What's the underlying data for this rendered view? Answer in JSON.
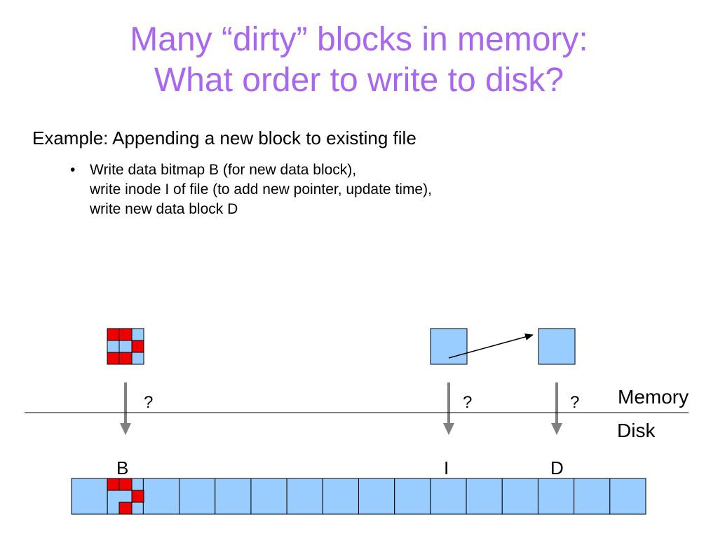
{
  "title": {
    "line1": "Many “dirty” blocks in memory:",
    "line2": "What order to write to disk?"
  },
  "example": {
    "heading": "Example: Appending a new block to existing file",
    "bullet_glyph": "•",
    "bullet_lines": [
      "Write data bitmap B (for new data block),",
      "write inode I of file (to add new pointer, update time),",
      "write new data block D"
    ]
  },
  "diagram": {
    "memory_label": "Memory",
    "disk_label": "Disk",
    "question_mark": "?",
    "block_labels": {
      "bitmap": "B",
      "inode": "I",
      "data": "D"
    },
    "disk_block_count": 16,
    "colors": {
      "block_fill": "#99ccff",
      "dirty_bit": "#ee0000",
      "arrow": "#808080",
      "title": "#a966f0"
    }
  }
}
